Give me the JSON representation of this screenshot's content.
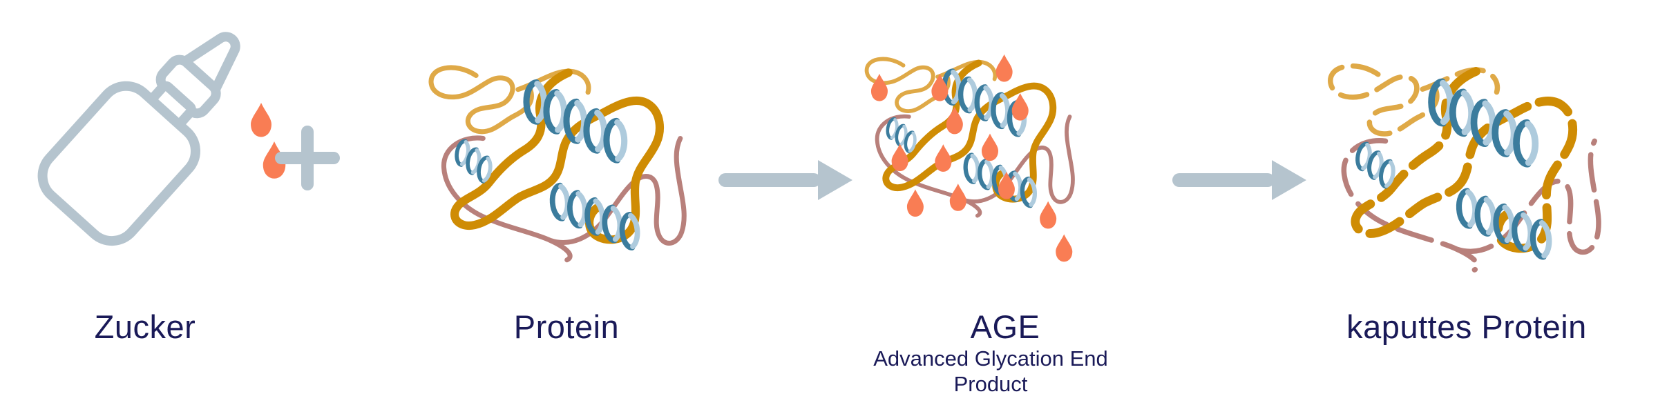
{
  "figures": {
    "zucker": {
      "label": "Zucker",
      "icon": "sugar-bottle-icon"
    },
    "protein": {
      "label": "Protein",
      "icon": "protein-tangle-icon"
    },
    "age": {
      "label": "AGE",
      "sublabel": "Advanced Glycation End Product",
      "icon": "glycated-protein-icon"
    },
    "kaputtes_protein": {
      "label": "kaputtes Protein",
      "icon": "broken-protein-icon"
    }
  },
  "connectors": {
    "plus_icon": "+",
    "arrow_icon": "→"
  },
  "colors": {
    "background": "#FFFFFF",
    "steel_blue_gray": "#B5C4CE",
    "droplet_orange": "#F97D54",
    "strand_gold": "#CF8C04",
    "strand_light_gold": "#DFA947",
    "strand_rose": "#B8807B",
    "helix_dark_blue": "#3B7C9D",
    "helix_light_blue": "#AECBDD",
    "label_navy": "#1A1A58"
  }
}
